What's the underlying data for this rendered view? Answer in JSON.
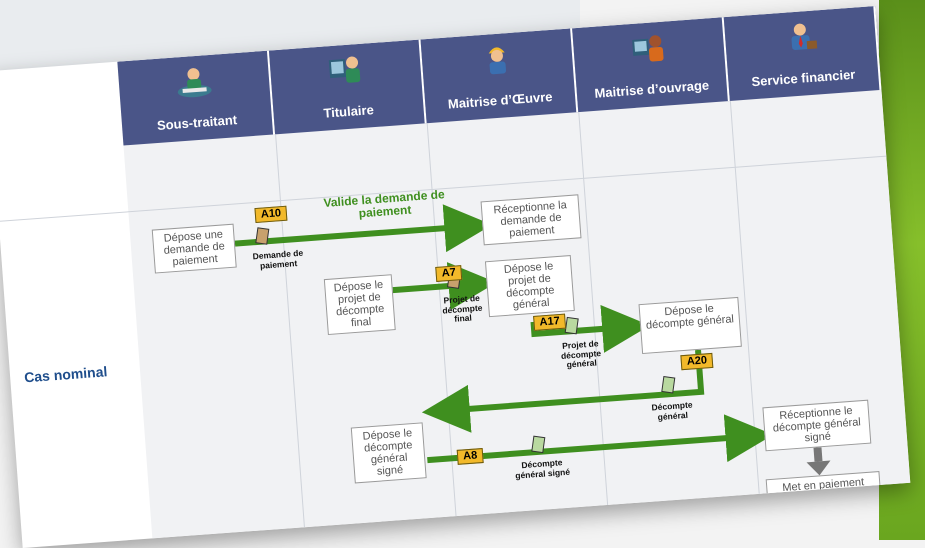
{
  "lanes": [
    {
      "label": "Sous-traitant",
      "icon": "person-at-desk-icon"
    },
    {
      "label": "Titulaire",
      "icon": "person-computer-icon"
    },
    {
      "label": "Maitrise d’Œuvre",
      "icon": "worker-helmet-icon"
    },
    {
      "label": "Maitrise d’ouvrage",
      "icon": "person-computer-icon"
    },
    {
      "label": "Service financier",
      "icon": "person-tie-icon"
    }
  ],
  "row_label": "Cas nominal",
  "boxes": {
    "depose_demande": "Dépose une demande de paiement",
    "receptionne_demande": "Réceptionne la demande de paiement",
    "depose_projet_final": "Dépose le projet de décompte final",
    "depose_projet_general": "Dépose le projet de décompte général",
    "depose_decompte_general": "Dépose le décompte général",
    "depose_decompte_signe": "Dépose le décompte général signé",
    "receptionne_signe": "Réceptionne le décompte général signé",
    "met_en_paiement": "Met en paiement"
  },
  "tags": {
    "a10": "A10",
    "a7": "A7",
    "a17": "A17",
    "a20": "A20",
    "a8": "A8"
  },
  "flow_labels": {
    "valide": "Valide la demande de paiement"
  },
  "doc_labels": {
    "demande": "Demande de paiement",
    "projet_final": "Projet de décompte final",
    "projet_general": "Projet de décompte général",
    "decompte_general": "Décompte général",
    "decompte_signe": "Décompte général signé"
  },
  "colors": {
    "header": "#4a5588",
    "flow": "#3f8f1f",
    "tag": "#f2b92a",
    "row_label": "#1f4e8c",
    "accent": "#7cb82f"
  }
}
